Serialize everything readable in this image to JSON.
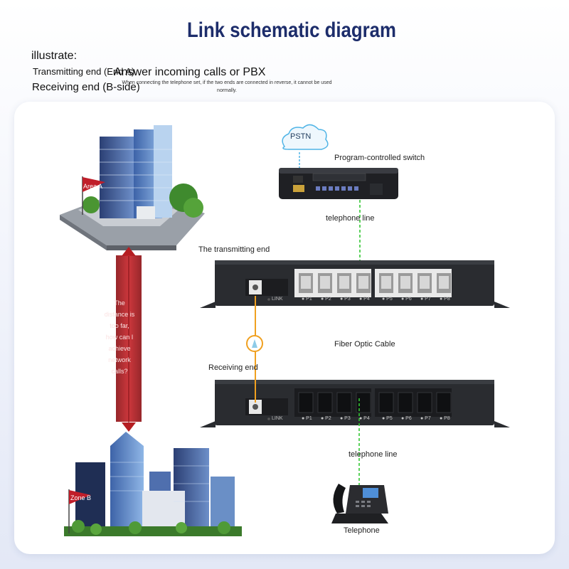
{
  "header": {
    "title": "Link schematic diagram",
    "illustrate": "illustrate:",
    "transmitting_end": "Transmitting end (End A)",
    "receiving_end": "Receiving end (B-side)",
    "answer": "Answer incoming calls or PBX",
    "note": "When connecting the telephone set, if the two ends are connected in reverse, it cannot be used normally."
  },
  "diagram": {
    "pstn": "PSTN",
    "switch_label": "Program-controlled switch",
    "telephone_line_top": "telephone line",
    "transmitting_label": "The transmitting end",
    "fiber_label": "Fiber Optic Cable",
    "receiving_label": "Receiving end",
    "telephone_line_bottom": "telephone line",
    "telephone_label": "Telephone",
    "area_a": "Area A",
    "zone_b": "Zone B",
    "question": "The distance is too far, how can I achieve network calls?",
    "link_label": "LINK",
    "ports": [
      "P1",
      "P2",
      "P3",
      "P4",
      "P5",
      "P6",
      "P7",
      "P8"
    ]
  },
  "colors": {
    "title": "#1d2d6b",
    "device_body": "#2a2c30",
    "fiber": "#f0a020",
    "telephone_line": "#34c634",
    "arrow": "#b51e22"
  }
}
